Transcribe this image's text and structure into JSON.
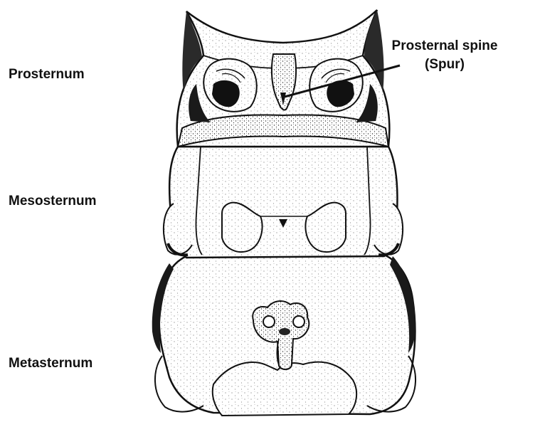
{
  "labels": {
    "prosternum": "Prosternum",
    "mesosternum": "Mesosternum",
    "metasternum": "Metasternum"
  },
  "callout": {
    "line1": "Prosternal spine",
    "line2": "(Spur)"
  }
}
